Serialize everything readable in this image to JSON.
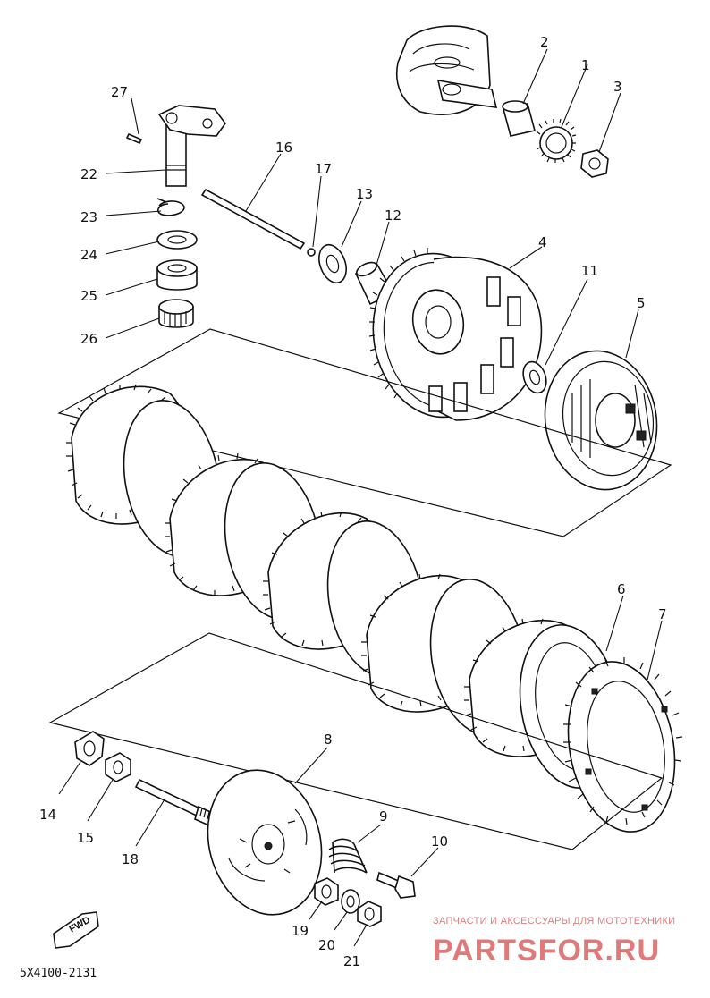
{
  "diagram": {
    "callouts": [
      "1",
      "2",
      "3",
      "4",
      "5",
      "6",
      "7",
      "8",
      "9",
      "10",
      "11",
      "12",
      "13",
      "14",
      "15",
      "16",
      "17",
      "18",
      "19",
      "20",
      "21",
      "22",
      "23",
      "24",
      "25",
      "26",
      "27"
    ],
    "drawing_code": "5X4100-2131",
    "direction_label": "FWD"
  },
  "watermark": {
    "tagline": "ЗАПЧАСТИ И АКСЕССУАРЫ ДЛЯ МОТОТЕХНИКИ",
    "brand": "PARTSFOR.RU"
  }
}
